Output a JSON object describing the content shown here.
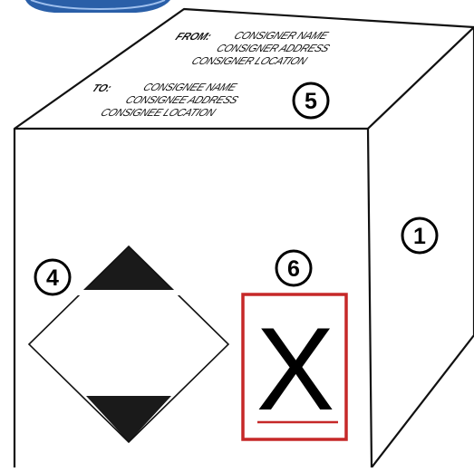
{
  "colors": {
    "outline": "#111111",
    "label_border": "#c62828",
    "label_underline": "#c62828",
    "diamond_fill": "#1a1a1a",
    "corner_band": "#2a5fa8"
  },
  "shipping_address": {
    "from_label": "FROM:",
    "consigner_name": "CONSIGNER NAME",
    "consigner_address": "CONSIGNER ADDRESS",
    "consigner_location": "CONSIGNER LOCATION",
    "to_label": "TO:",
    "consignee_name": "CONSIGNEE NAME",
    "consignee_address": "CONSIGNEE ADDRESS",
    "consignee_location": "CONSIGNEE LOCATION"
  },
  "markers": {
    "package": "1",
    "limited_quantity_mark": "4",
    "address_block": "5",
    "x_label": "6"
  },
  "x_label": {
    "letter": "X"
  }
}
